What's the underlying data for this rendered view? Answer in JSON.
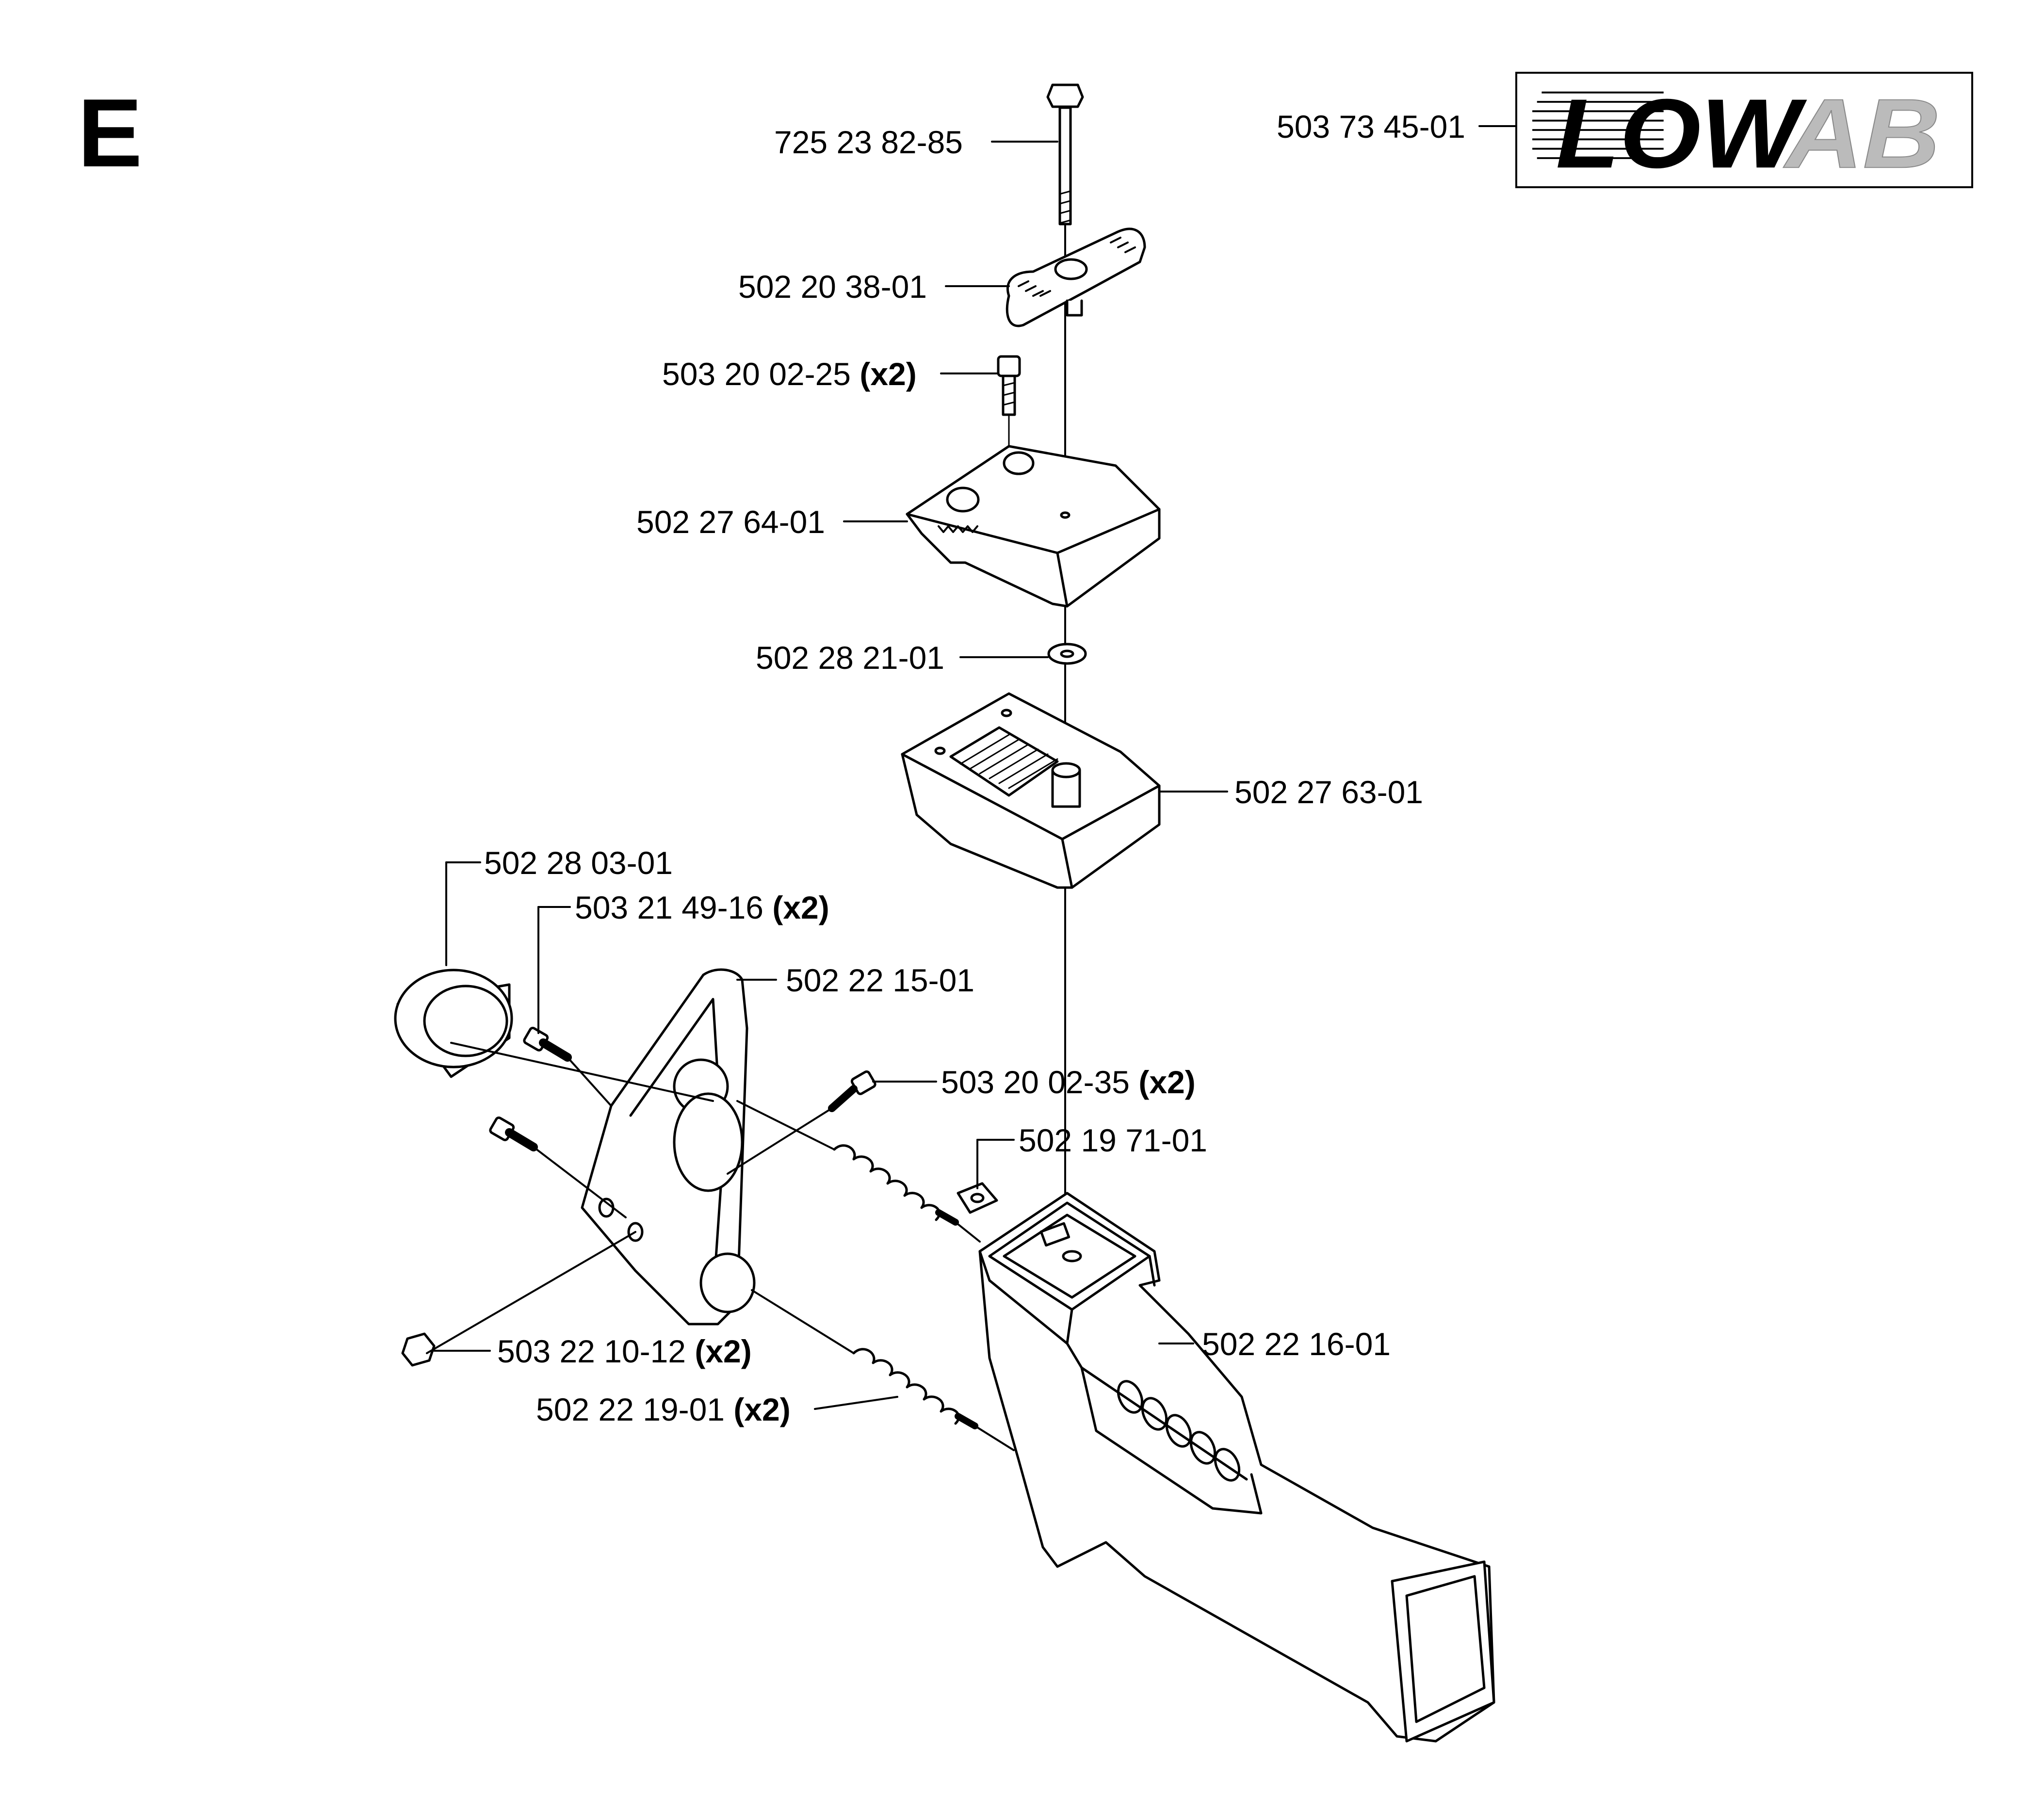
{
  "section": {
    "letter": "E"
  },
  "logo": {
    "part_number": "503 73 45-01",
    "text": "LOW",
    "text2": "AB"
  },
  "parts": [
    {
      "id": "p1",
      "number": "725 23 82-85",
      "qty": ""
    },
    {
      "id": "p2",
      "number": "502 20 38-01",
      "qty": ""
    },
    {
      "id": "p3",
      "number": "503 20 02-25",
      "qty": "(x2)"
    },
    {
      "id": "p4",
      "number": "502 27 64-01",
      "qty": ""
    },
    {
      "id": "p5",
      "number": "502 28 21-01",
      "qty": ""
    },
    {
      "id": "p6",
      "number": "502 27 63-01",
      "qty": ""
    },
    {
      "id": "p7",
      "number": "502 28 03-01",
      "qty": ""
    },
    {
      "id": "p8",
      "number": "503 21 49-16",
      "qty": "(x2)"
    },
    {
      "id": "p9",
      "number": "502 22 15-01",
      "qty": ""
    },
    {
      "id": "p10",
      "number": "503 20 02-35",
      "qty": "(x2)"
    },
    {
      "id": "p11",
      "number": "502 19 71-01",
      "qty": ""
    },
    {
      "id": "p12",
      "number": "503 22 10-12",
      "qty": "(x2)"
    },
    {
      "id": "p13",
      "number": "502 22 16-01",
      "qty": ""
    },
    {
      "id": "p14",
      "number": "502 22 19-01",
      "qty": "(x2)"
    }
  ]
}
